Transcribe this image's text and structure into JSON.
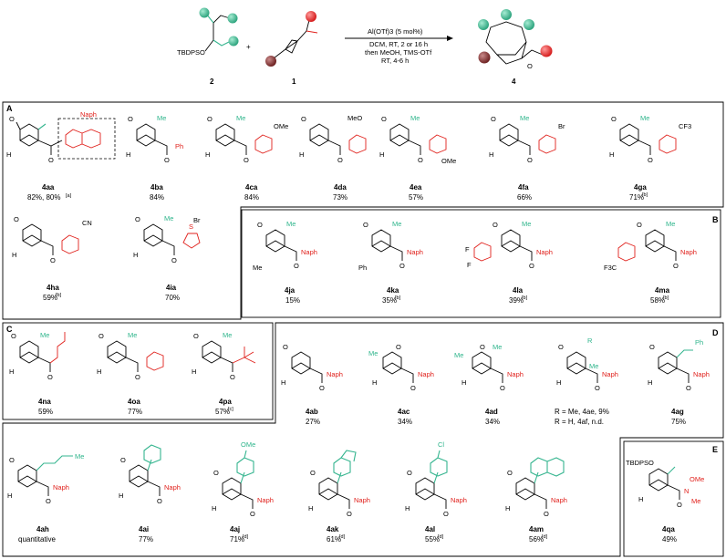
{
  "scheme": {
    "reagent_2_label": "2",
    "reagent_1_label": "1",
    "product_label": "4",
    "tbdpso": "TBDPSO",
    "plus": "+",
    "condition_1": "Al(OTf)3 (5 mol%)",
    "condition_2": "DCM, RT, 2 or 16 h",
    "condition_3": "then MeOH, TMS-OTf",
    "condition_4": "RT, 4-6 h",
    "colors": {
      "teal": "#35b58f",
      "red": "#e0201b",
      "maroon": "#8b2c2c"
    }
  },
  "sections": [
    {
      "letter": "A",
      "compounds": [
        {
          "id": "4aa",
          "yield": "82%, 80%",
          "note": "[a]",
          "substituent": "Naph"
        },
        {
          "id": "4ba",
          "yield": "84%",
          "substituent": "Ph"
        },
        {
          "id": "4ca",
          "yield": "84%",
          "substituent": "OMe"
        },
        {
          "id": "4da",
          "yield": "73%",
          "substituent": "MeO"
        },
        {
          "id": "4ea",
          "yield": "57%",
          "substituent": "OMe"
        },
        {
          "id": "4fa",
          "yield": "66%",
          "substituent": "Br"
        },
        {
          "id": "4ga",
          "yield": "71%",
          "note": "[b]",
          "substituent": "CF3"
        },
        {
          "id": "4ha",
          "yield": "59%",
          "note": "[b]",
          "substituent": "CN"
        },
        {
          "id": "4ia",
          "yield": "70%",
          "substituent": "Br"
        }
      ]
    },
    {
      "letter": "B",
      "compounds": [
        {
          "id": "4ja",
          "yield": "15%",
          "substituent": "Me"
        },
        {
          "id": "4ka",
          "yield": "35%",
          "note": "[b]",
          "substituent": "Ph"
        },
        {
          "id": "4la",
          "yield": "39%",
          "note": "[b]",
          "substituent": "F"
        },
        {
          "id": "4ma",
          "yield": "58%",
          "note": "[b]",
          "substituent": "F3C"
        }
      ]
    },
    {
      "letter": "C",
      "compounds": [
        {
          "id": "4na",
          "yield": "59%"
        },
        {
          "id": "4oa",
          "yield": "77%"
        },
        {
          "id": "4pa",
          "yield": "57%",
          "note": "[c]"
        }
      ]
    },
    {
      "letter": "D",
      "compounds": [
        {
          "id": "4ab",
          "yield": "27%"
        },
        {
          "id": "4ac",
          "yield": "34%"
        },
        {
          "id": "4ad",
          "yield": "34%"
        },
        {
          "id": "4ae",
          "yield": "R = Me, 4ae, 9%",
          "yield2": "R = H, 4af, n.d."
        },
        {
          "id": "4ag",
          "yield": "75%",
          "substituent": "Ph"
        },
        {
          "id": "4ah",
          "yield": "quantitative",
          "substituent": "Me"
        },
        {
          "id": "4ai",
          "yield": "77%"
        },
        {
          "id": "4aj",
          "yield": "71%",
          "note": "[d]",
          "substituent": "OMe"
        },
        {
          "id": "4ak",
          "yield": "61%",
          "note": "[d]"
        },
        {
          "id": "4al",
          "yield": "55%",
          "note": "[d]",
          "substituent": "Cl"
        },
        {
          "id": "4am",
          "yield": "56%",
          "note": "[d]"
        }
      ]
    },
    {
      "letter": "E",
      "compounds": [
        {
          "id": "4qa",
          "yield": "49%",
          "substituent": "OMe",
          "sub2": "Me",
          "tbdpso": "TBDPSO",
          "n": "N"
        }
      ]
    }
  ],
  "atoms": {
    "O": "O",
    "H": "H",
    "Me": "Me",
    "Naph": "Naph",
    "R": "R"
  }
}
